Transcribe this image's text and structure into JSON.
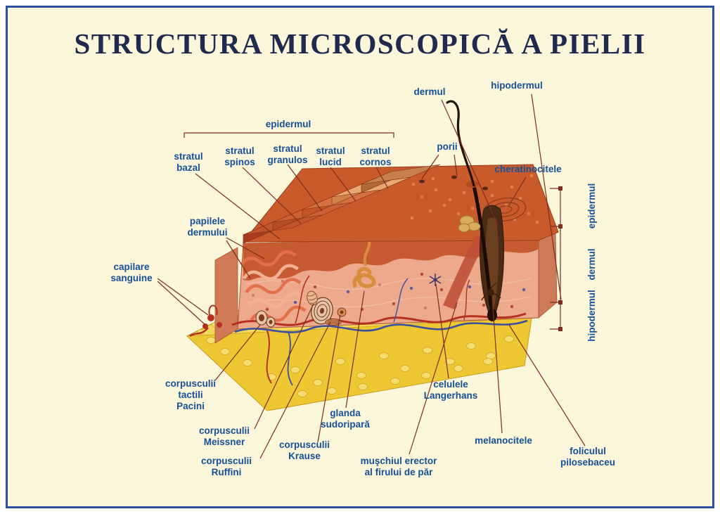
{
  "title": "STRUCTURA MICROSCOPICĂ A PIELII",
  "labels": {
    "dermul": "dermul",
    "hipodermul_top": "hipodermul",
    "epidermul_bracket": "epidermul",
    "stratul_bazal": "stratul\nbazal",
    "stratul_spinos": "stratul\nspinos",
    "stratul_granulos": "stratul\ngranulos",
    "stratul_lucid": "stratul\nlucid",
    "stratul_cornos": "stratul\ncornos",
    "porii": "porii",
    "cheratinocitele": "cheratinocitele",
    "papilele_dermului": "papilele\ndermului",
    "capilare_sanguine": "capilare\nsanguine",
    "epidermul_side": "epidermul",
    "dermul_side": "dermul",
    "hipodermul_side": "hipodermul",
    "corpusculii_pacini": "corpusculii\ntactili\nPacini",
    "celulele_langerhans": "celulele\nLangerhans",
    "glanda_sudoripara": "glanda\nsudoripară",
    "corpusculii_meissner": "corpusculii\nMeissner",
    "corpusculii_krause": "corpusculii\nKrause",
    "corpusculii_ruffini": "corpusculii\nRuffini",
    "melanocitele": "melanocitele",
    "muschiul_erector": "muşchiul erector\nal firului de păr",
    "foliculul_pilosebaceu": "foliculul\npilosebaceu"
  },
  "colors": {
    "background": "#fcf6da",
    "frame": "#2d4fa1",
    "title_text": "#20294e",
    "label_text": "#15509a",
    "leader_line": "#7c2d1c",
    "epidermis_orange": "#c85a2c",
    "dermis_pink": "#eda98c",
    "hypodermis_yellow": "#eec832"
  }
}
